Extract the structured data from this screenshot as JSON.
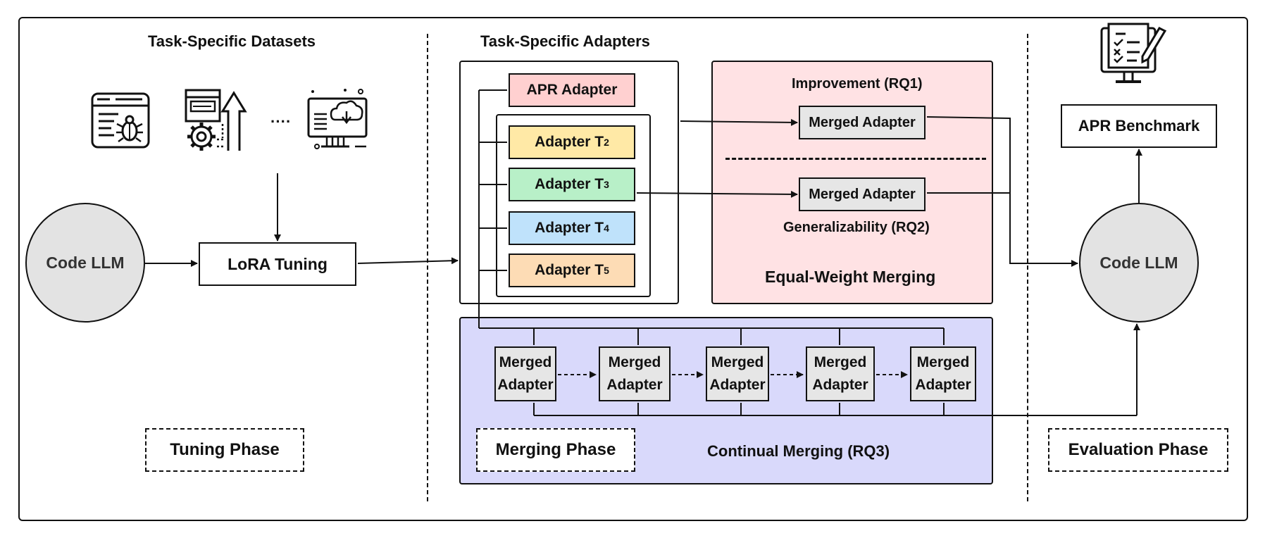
{
  "headers": {
    "datasets": "Task-Specific Datasets",
    "adapters": "Task-Specific Adapters"
  },
  "left": {
    "code_llm": "Code LLM",
    "lora_tuning": "LoRA Tuning",
    "dots": "····",
    "phase": "Tuning Phase"
  },
  "adapters": {
    "apr": "APR Adapter",
    "prefix": "Adapter T",
    "subs": [
      "2",
      "3",
      "4",
      "5"
    ]
  },
  "equal_weight": {
    "improvement": "Improvement (RQ1)",
    "merged_top": "Merged Adapter",
    "merged_bottom": "Merged Adapter",
    "generalizability": "Generalizability (RQ2)",
    "title": "Equal-Weight Merging"
  },
  "continual": {
    "line1": "Merged",
    "line2": "Adapter",
    "count": 5,
    "phase": "Merging Phase",
    "title": "Continual Merging (RQ3)"
  },
  "right": {
    "benchmark": "APR Benchmark",
    "code_llm": "Code LLM",
    "phase": "Evaluation Phase"
  },
  "colors": {
    "apr": "#ffd0d0",
    "t2": "#ffe9a6",
    "t3": "#b8f0c8",
    "t4": "#bfe2fb",
    "t5": "#fddcb5",
    "equal_weight_bg": "#ffe2e4",
    "continual_bg": "#d9d9fb",
    "merged": "#e6e6e6",
    "circle": "#e3e3e3"
  }
}
